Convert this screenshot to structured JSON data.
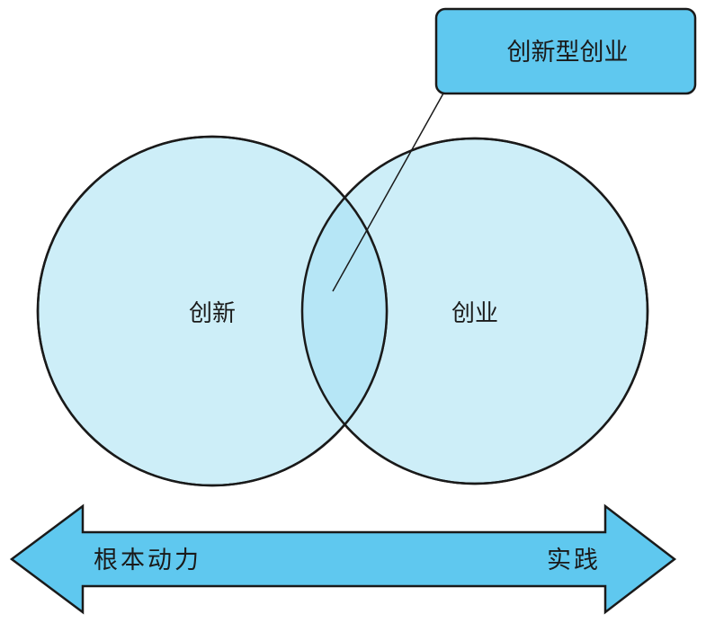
{
  "diagram": {
    "callout": {
      "label": "创新型创业"
    },
    "circles": [
      {
        "id": "innovation",
        "label": "创新"
      },
      {
        "id": "entrepreneurship",
        "label": "创业"
      }
    ],
    "arrow": {
      "left_label": "根本动力",
      "right_label": "实践"
    }
  },
  "colors": {
    "circle_fill": "#cdeef8",
    "overlap_fill": "#b6e6f6",
    "callout_fill": "#5fc8ef",
    "arrow_fill": "#5fc8ef",
    "stroke": "#1a1a1a"
  }
}
